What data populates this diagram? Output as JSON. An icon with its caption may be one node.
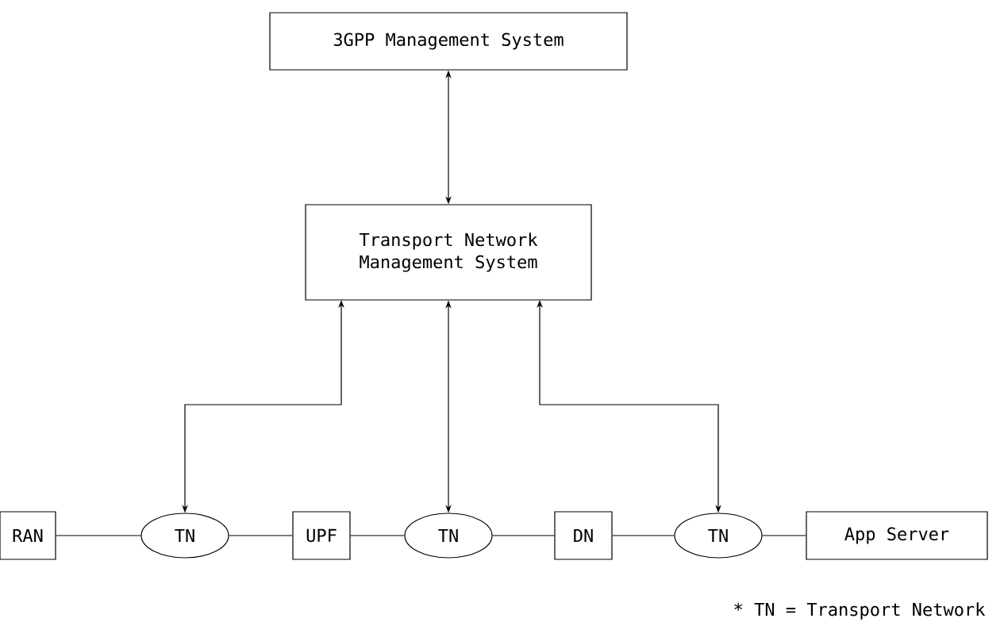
{
  "diagram": {
    "nodes": [
      {
        "text": [
          "3GPP Management System"
        ]
      },
      {
        "text": [
          "Transport Network Management System"
        ]
      },
      {
        "text": [
          "RAN"
        ]
      },
      {
        "text": [
          "TN"
        ]
      },
      {
        "text": [
          "UPF"
        ]
      },
      {
        "text": [
          "TN"
        ]
      },
      {
        "text": [
          "DN"
        ]
      },
      {
        "text": [
          "TN"
        ]
      },
      {
        "text": [
          "App Server"
        ]
      }
    ],
    "edges": [
      {
        "from": 0,
        "to": 1,
        "arrow": "both"
      },
      {
        "from": 1,
        "to": 3,
        "arrow": "both"
      },
      {
        "from": 1,
        "to": 5,
        "arrow": "both"
      },
      {
        "from": 1,
        "to": 7,
        "arrow": "both"
      },
      {
        "from": 2,
        "to": 3,
        "arrow": "none"
      },
      {
        "from": 3,
        "to": 4,
        "arrow": "none"
      },
      {
        "from": 4,
        "to": 5,
        "arrow": "none"
      },
      {
        "from": 5,
        "to": 6,
        "arrow": "none"
      },
      {
        "from": 6,
        "to": 7,
        "arrow": "none"
      },
      {
        "from": 7,
        "to": 8,
        "arrow": "none"
      }
    ],
    "labels": [
      "* TN = Transport Network"
    ]
  }
}
